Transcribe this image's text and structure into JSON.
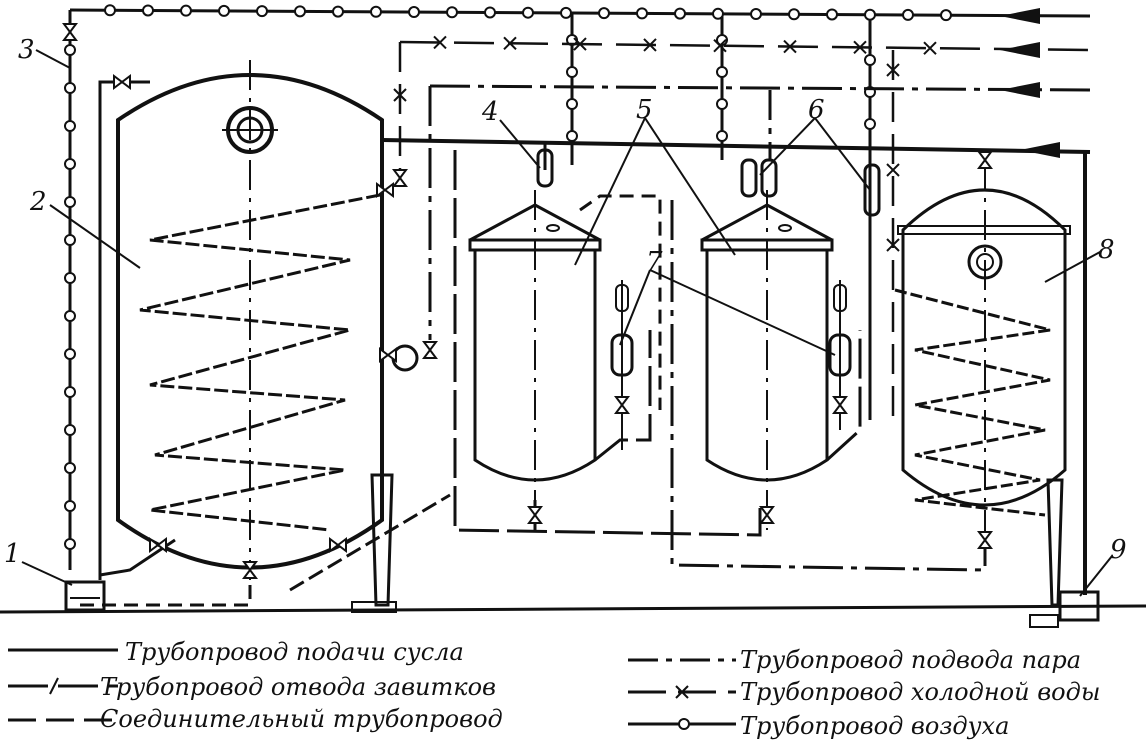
{
  "callouts": [
    "1",
    "2",
    "3",
    "4",
    "5",
    "6",
    "7",
    "8",
    "9"
  ],
  "legend": [
    {
      "label": "Трубопровод подачи сусла",
      "style": "solid"
    },
    {
      "label": "Трубопровод отвода завитков",
      "style": "dash-slash"
    },
    {
      "label": "Соединительный трубопровод",
      "style": "dashed"
    },
    {
      "label": "Трубопровод подвода пара",
      "style": "dash-dot"
    },
    {
      "label": "Трубопровод холодной воды",
      "style": "dash-cross"
    },
    {
      "label": "Трубопровод воздуха",
      "style": "dash-circle"
    }
  ]
}
